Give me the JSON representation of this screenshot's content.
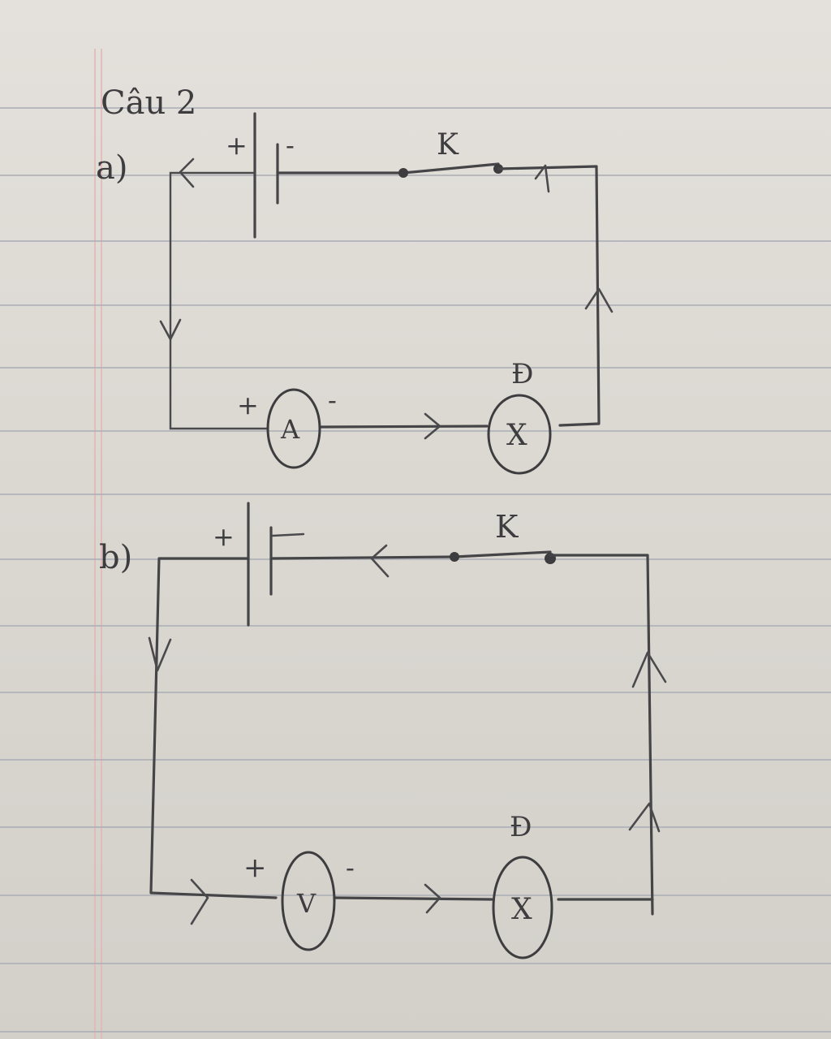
{
  "question_label": "Câu 2",
  "part_a": {
    "label": "a)",
    "battery_plus": "+",
    "battery_minus": "-",
    "switch_label": "K",
    "ammeter_label": "A",
    "ammeter_plus": "+",
    "ammeter_minus": "-",
    "lamp_label": "Đ",
    "lamp_symbol": "X"
  },
  "part_b": {
    "label": "b)",
    "battery_plus": "+",
    "switch_label": "K",
    "voltmeter_label": "V",
    "voltmeter_plus": "+",
    "voltmeter_minus": "-",
    "lamp_label": "Đ",
    "lamp_symbol": "X"
  },
  "colors": {
    "paper": "#dcd9d3",
    "pencil": "#3d3d3f",
    "ruled_line": "#a9acb4",
    "margin_line": "#e2b7b3"
  }
}
